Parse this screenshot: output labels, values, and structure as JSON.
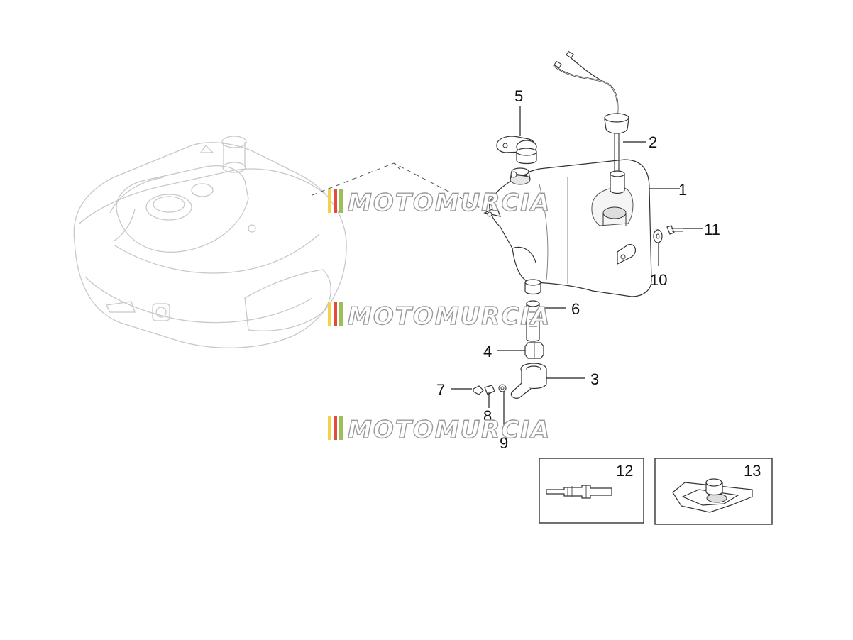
{
  "watermark": {
    "text": "MOTOMURCIA",
    "colors": [
      "#f2d24a",
      "#e34b3f",
      "#9bbd5c"
    ]
  },
  "callouts": [
    {
      "id": "1",
      "label": "1"
    },
    {
      "id": "2",
      "label": "2"
    },
    {
      "id": "3",
      "label": "3"
    },
    {
      "id": "4",
      "label": "4"
    },
    {
      "id": "5",
      "label": "5"
    },
    {
      "id": "6",
      "label": "6"
    },
    {
      "id": "7",
      "label": "7"
    },
    {
      "id": "8",
      "label": "8"
    },
    {
      "id": "9",
      "label": "9"
    },
    {
      "id": "10",
      "label": "10"
    },
    {
      "id": "11",
      "label": "11"
    },
    {
      "id": "12",
      "label": "12"
    },
    {
      "id": "13",
      "label": "13"
    }
  ]
}
